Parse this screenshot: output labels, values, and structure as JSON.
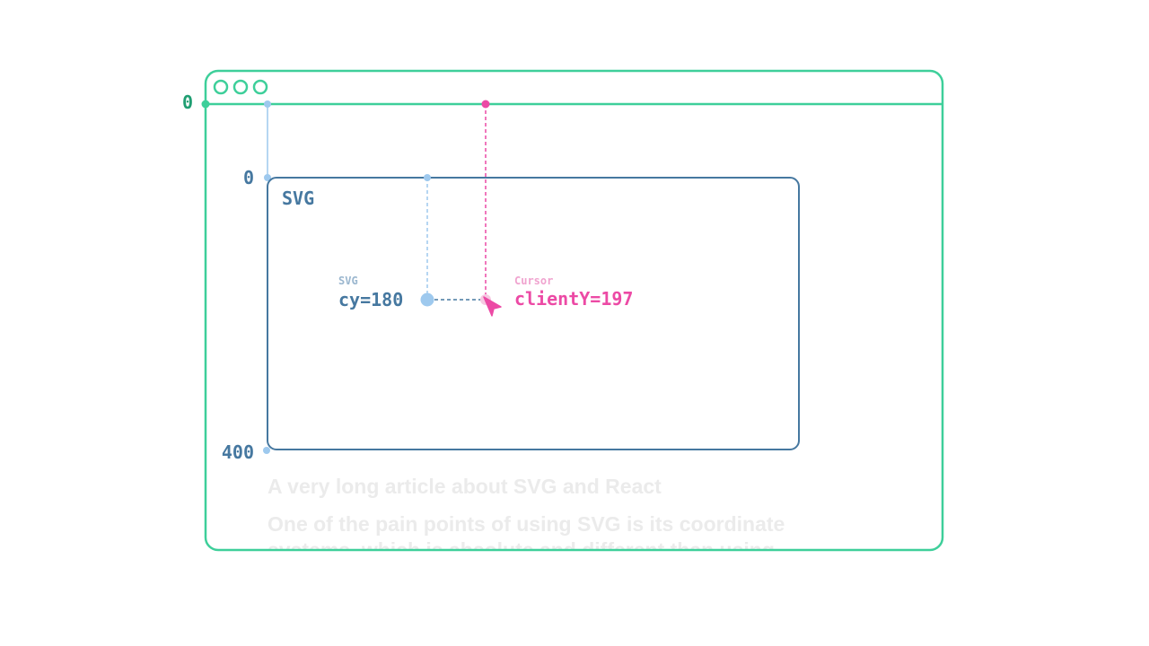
{
  "browser": {
    "viewport_origin_label": "0"
  },
  "svg_box": {
    "title": "SVG",
    "y_min_label": "0",
    "y_max_label": "400"
  },
  "svg_point": {
    "caption": "SVG",
    "value": "cy=180"
  },
  "cursor": {
    "caption": "Cursor",
    "value": "clientY=197"
  },
  "article": {
    "heading": "A very long article about SVG and React",
    "line1": "One of the pain  points of using SVG is its coordinate",
    "line2": "systems, which is absolute and different than using"
  },
  "colors": {
    "browser_frame": "#3ecf9a",
    "browser_label": "#1f9e72",
    "svg_frame": "#4678a0",
    "svg_point": "#9ec9ee",
    "svg_caption": "#9bb7cf",
    "cursor": "#ec4aa5",
    "cursor_caption": "#f0a3cf",
    "article_text": "#ebebeb"
  }
}
